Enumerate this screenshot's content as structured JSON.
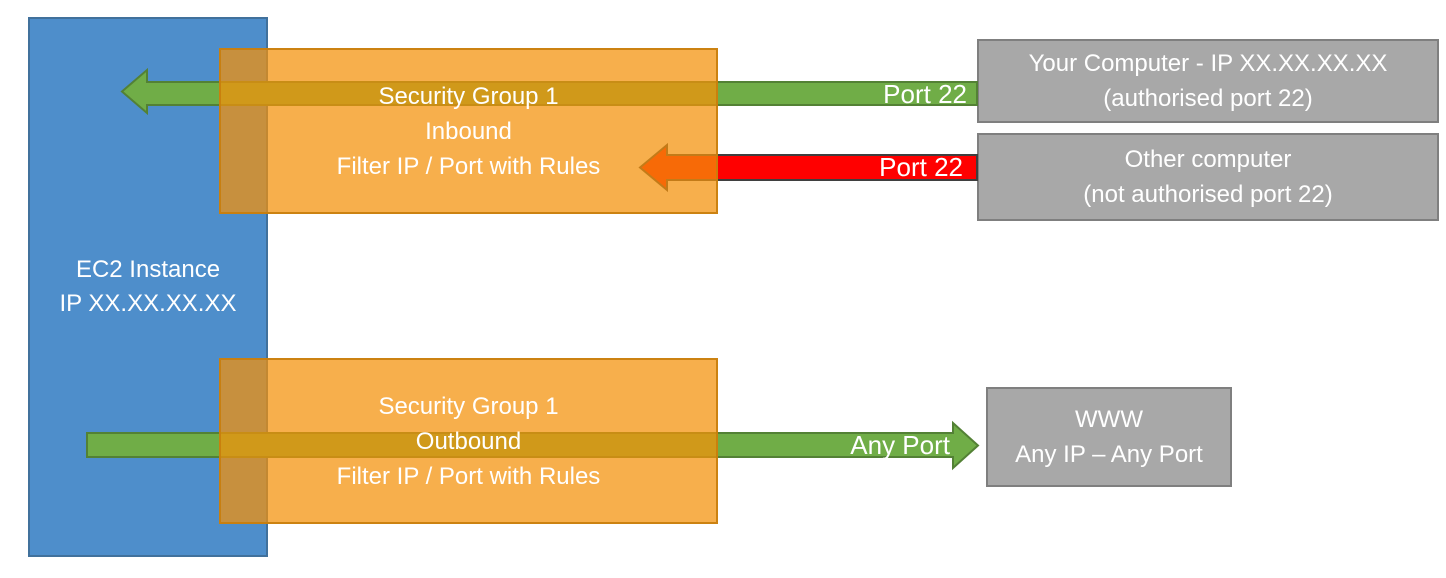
{
  "colors": {
    "ec2_blue": "#4E8ECB",
    "ec2_blue_border": "#41719C",
    "security_group_orange": "#F4920A",
    "green_arrow": "#70AD47",
    "green_arrow_border": "#538135",
    "red_arrow": "#FF0000",
    "red_arrow_border": "#3F3F3F",
    "endpoint_gray": "#A8A8A8",
    "endpoint_gray_border": "#7F7F7F",
    "text_white": "#FFFFFF"
  },
  "ec2_instance": {
    "name": "EC2 Instance",
    "ip": "IP XX.XX.XX.XX"
  },
  "security_group_inbound": {
    "title": "Security Group 1",
    "direction": "Inbound",
    "description": "Filter IP / Port with Rules"
  },
  "security_group_outbound": {
    "title": "Security Group 1",
    "direction": "Outbound",
    "description": "Filter IP / Port with Rules"
  },
  "your_computer": {
    "title": "Your Computer - IP XX.XX.XX.XX",
    "subtitle": "(authorised port 22)"
  },
  "other_computer": {
    "title": "Other computer",
    "subtitle": "(not authorised port 22)"
  },
  "www": {
    "title": "WWW",
    "subtitle": "Any IP – Any Port"
  },
  "arrow_labels": {
    "inbound_allowed": "Port 22",
    "inbound_blocked": "Port 22",
    "outbound": "Any Port"
  }
}
